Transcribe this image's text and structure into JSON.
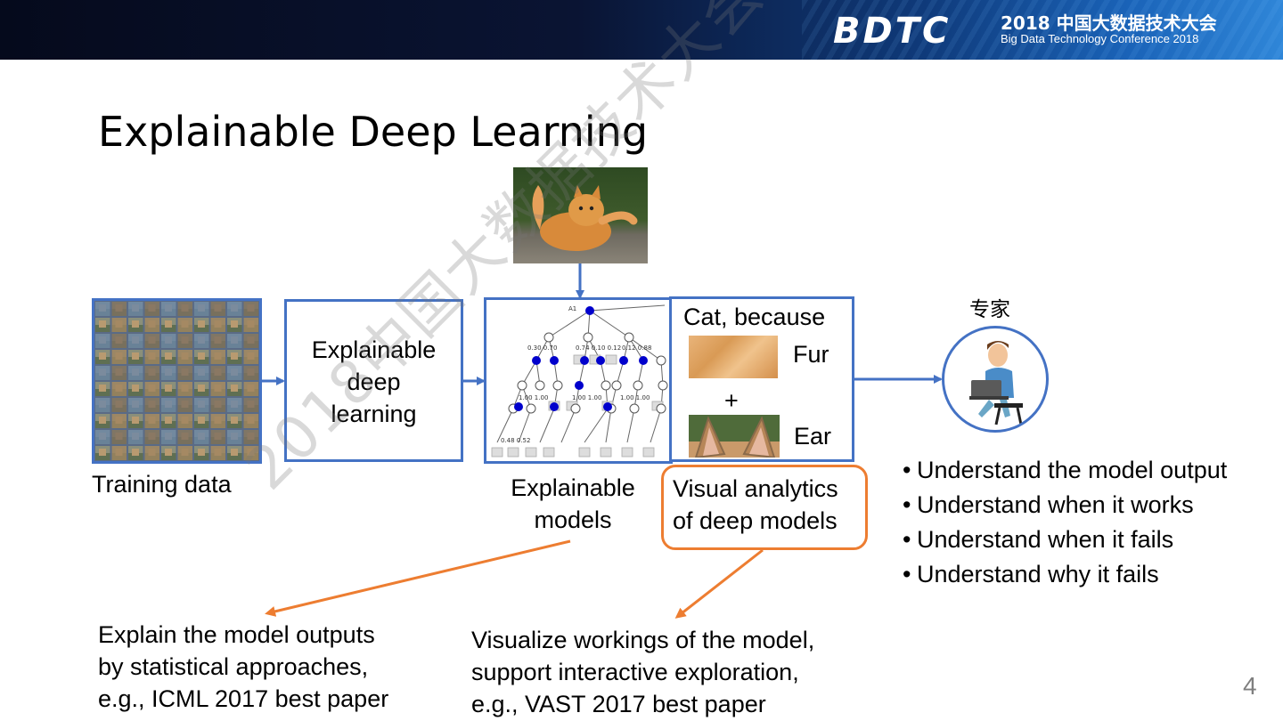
{
  "header": {
    "logo": "BDTC",
    "conference_line1": "2018 中国大数据技术大会",
    "conference_line2": "Big Data Technology Conference 2018"
  },
  "title": "Explainable Deep Learning",
  "watermark": "2018中国大数据技术大会（BDTC）",
  "diagram": {
    "training_label": "Training data",
    "edl_box_label": [
      "Explainable",
      "deep",
      "learning"
    ],
    "models_label": [
      "Explainable",
      "models"
    ],
    "output_heading": "Cat, because",
    "feature_fur": "Fur",
    "plus": "+",
    "feature_ear": "Ear",
    "visual_analytics_label": [
      "Visual analytics",
      "of deep models"
    ],
    "expert_label": "专家"
  },
  "bullets": [
    "Understand the model output",
    "Understand when it works",
    "Understand when it fails",
    "Understand why it fails"
  ],
  "notes": {
    "left": [
      "Explain the model outputs",
      "by statistical approaches,",
      "e.g., ICML 2017 best paper"
    ],
    "right": [
      "Visualize workings of the model,",
      "support interactive exploration,",
      "e.g., VAST 2017 best paper"
    ]
  },
  "page_number": "4",
  "colors": {
    "box_border": "#4472c4",
    "orange": "#ed7d31",
    "node_blue": "#0000cc"
  }
}
